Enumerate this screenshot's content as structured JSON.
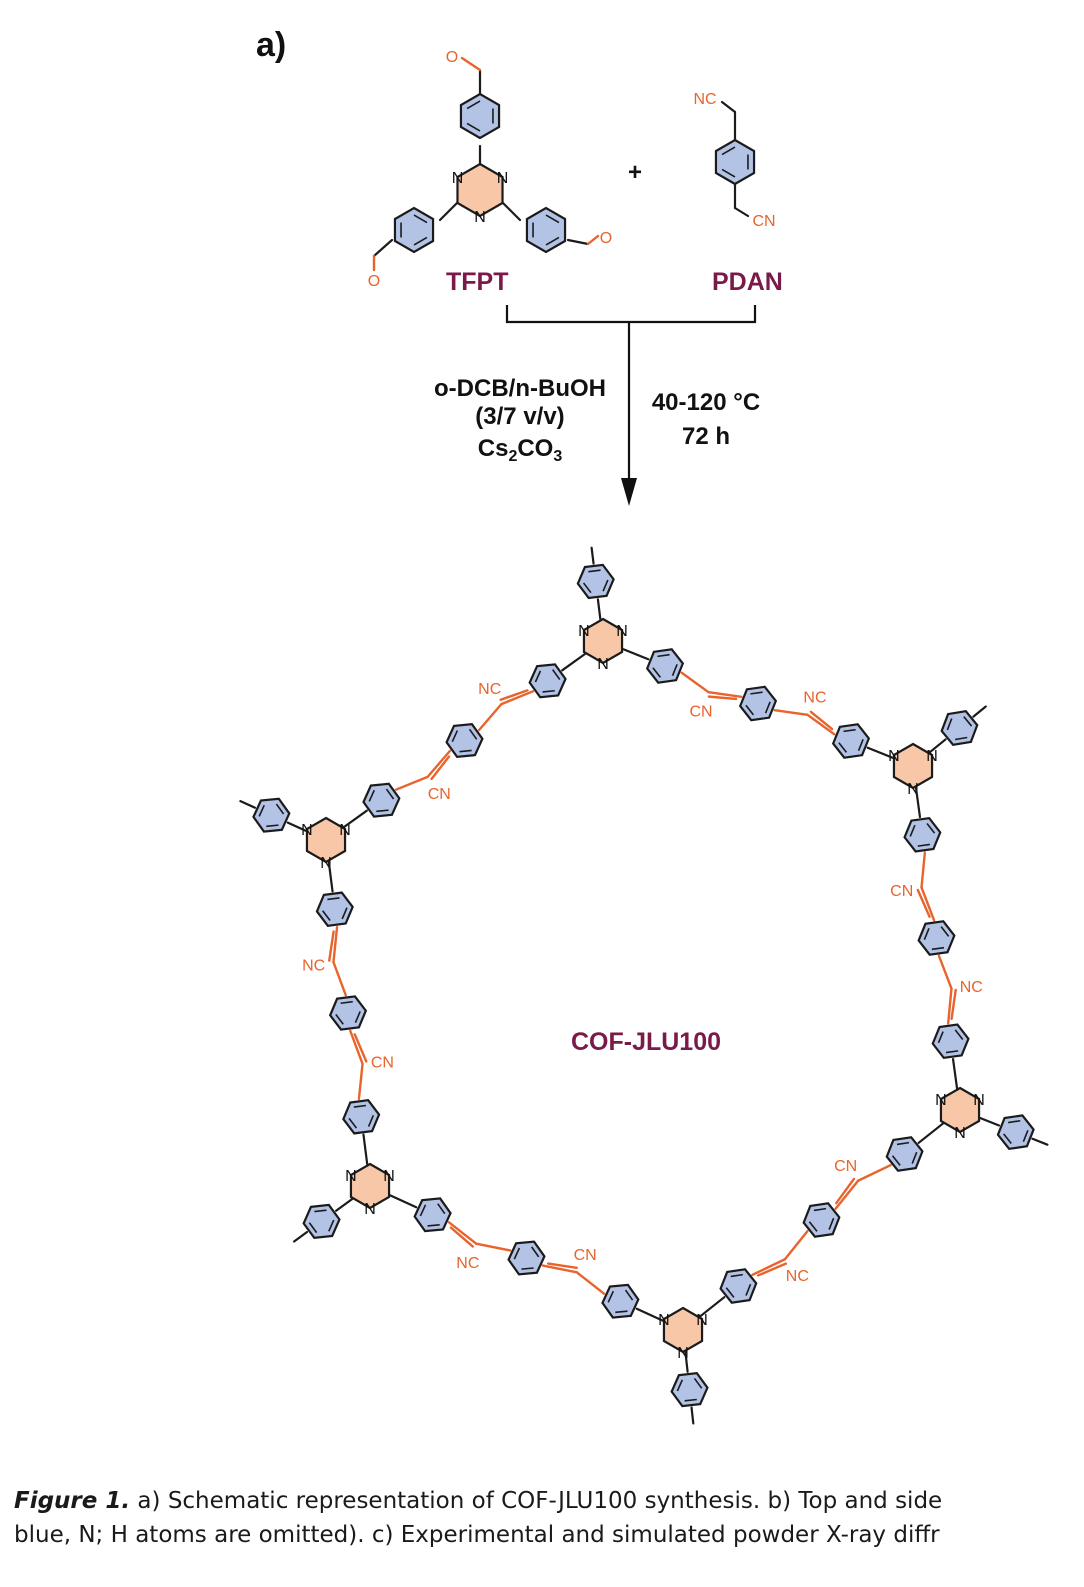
{
  "panel_label": "a)",
  "reactants": {
    "left_name": "TFPT",
    "right_name": "PDAN",
    "plus": "+"
  },
  "conditions": {
    "left_line1": "o-DCB/n-BuOH",
    "left_line2": "(3/7 v/v)",
    "left_line3_prefix": "Cs",
    "left_line3_sub1": "2",
    "left_line3_mid": "CO",
    "left_line3_sub2": "3",
    "right_line1": "40-120 °C",
    "right_line2": "72 h"
  },
  "product_name": "COF-JLU100",
  "atoms": {
    "nitrogen": "N",
    "oxygen": "O",
    "nitrile": "CN",
    "nitrile_left": "NC"
  },
  "colors": {
    "label_color": "#7a1a4a",
    "accent_orange": "#e8642c",
    "ring_blue": "#b3c3e6",
    "triazine_peach": "#f7c7a8"
  },
  "caption": {
    "figure_label": "Figure 1.",
    "line1": " a) Schematic representation of COF-JLU100 synthesis. b) Top and side",
    "line2": "blue, N; H atoms are omitted). c) Experimental and simulated powder X-ray diffr"
  }
}
